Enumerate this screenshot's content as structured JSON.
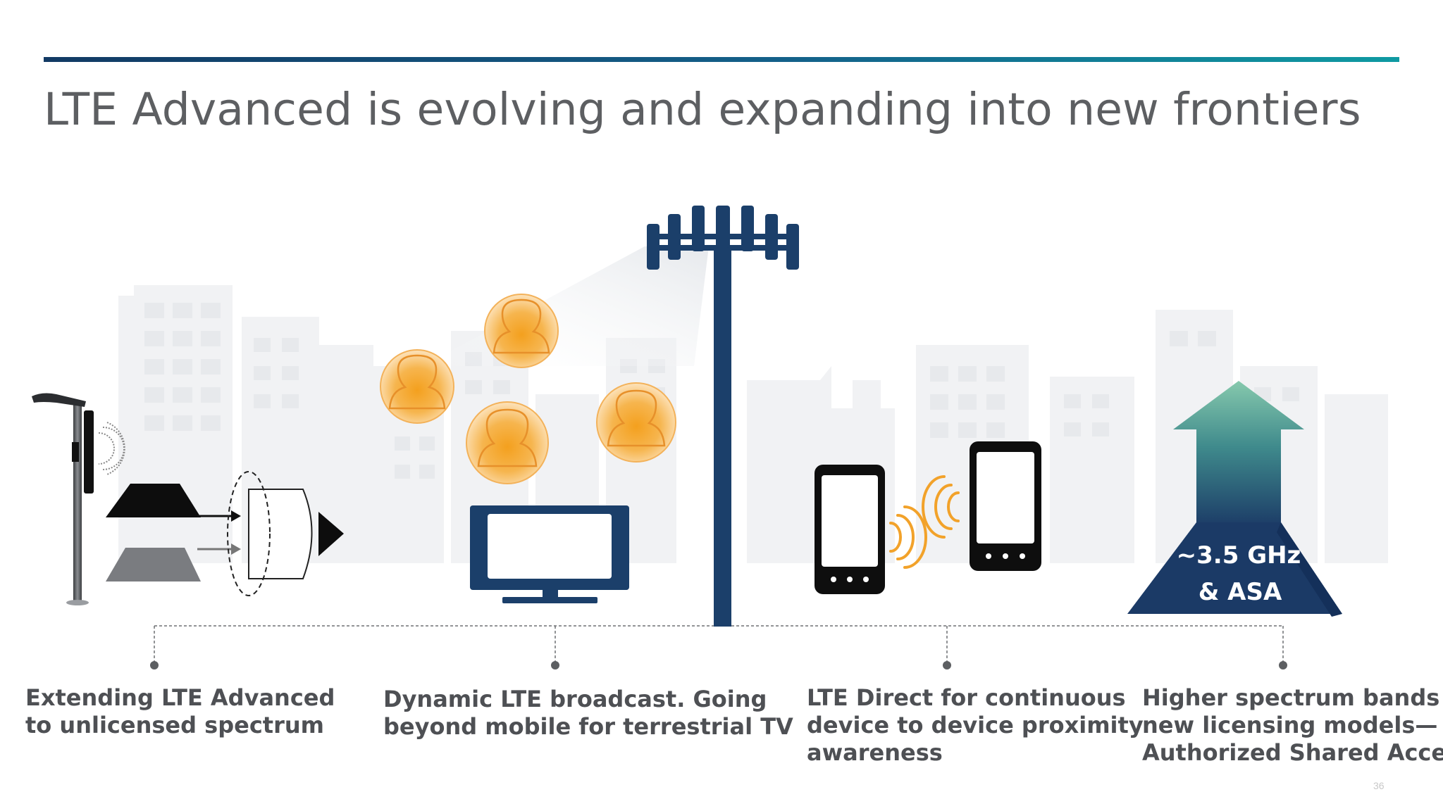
{
  "slide": {
    "title": "LTE Advanced is evolving and expanding into new frontiers",
    "page_number": "36",
    "colors": {
      "accent_navy": "#1b3f6a",
      "accent_teal": "#0f9aa2",
      "person_orange": "#f2a22a",
      "arrow_mint": "#7cc5a8",
      "caption_gray": "#4e5054",
      "title_gray": "#5d5f62"
    }
  },
  "features": [
    {
      "icon": "street-light-small-cell-icon",
      "lines": [
        "Extending LTE Advanced",
        "to  unlicensed spectrum"
      ]
    },
    {
      "icon": "tv-broadcast-icon",
      "lines": [
        "Dynamic LTE broadcast. Going",
        "beyond mobile for terrestrial TV"
      ]
    },
    {
      "icon": "phone-to-phone-icon",
      "lines": [
        "LTE Direct for continuous",
        "device to device proximity",
        "awareness"
      ]
    },
    {
      "icon": "spectrum-arrow-icon",
      "lines": [
        "Higher spectrum bands",
        "new licensing models—",
        "Authorized Shared Access"
      ]
    }
  ],
  "spectrum_badge": {
    "line1": "~3.5 GHz",
    "line2": "& ASA"
  }
}
